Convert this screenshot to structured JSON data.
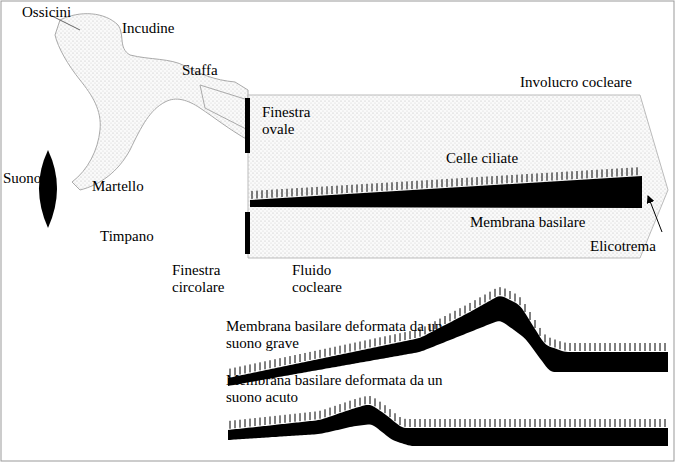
{
  "diagram": {
    "labels": [
      "Ossicini",
      "Incudine",
      "Staffa",
      "Finestra ovale",
      "Involucro cocleare",
      "Suono",
      "Martello",
      "Celle ciliate",
      "Membrana basilare",
      "Timpano",
      "Finestra circolare",
      "Fluido cocleare",
      "Elicotrema",
      "Membrana basilare deformata da un suono grave",
      "Membrana basilare deformata da un suono acuto"
    ]
  }
}
